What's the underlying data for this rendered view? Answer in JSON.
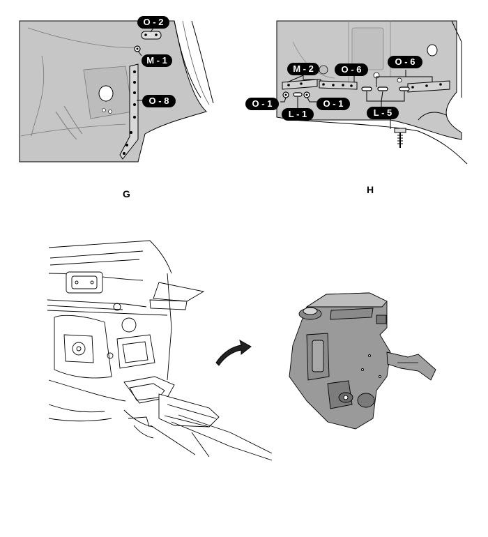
{
  "panels": {
    "g": {
      "label": "G",
      "callouts": [
        "O - 2",
        "M - 1",
        "O - 8"
      ]
    },
    "h": {
      "label": "H",
      "callouts": [
        "M - 2",
        "O - 6",
        "O - 6",
        "O - 1",
        "O - 1",
        "L - 1",
        "L - 5"
      ]
    }
  },
  "colors": {
    "panel_fill": "#c8c8c8",
    "line": "#000000",
    "callout_bg": "#000000",
    "callout_text": "#ffffff",
    "part_fill": "#9a9a9a"
  },
  "icons": [
    "curved-arrow-icon"
  ]
}
